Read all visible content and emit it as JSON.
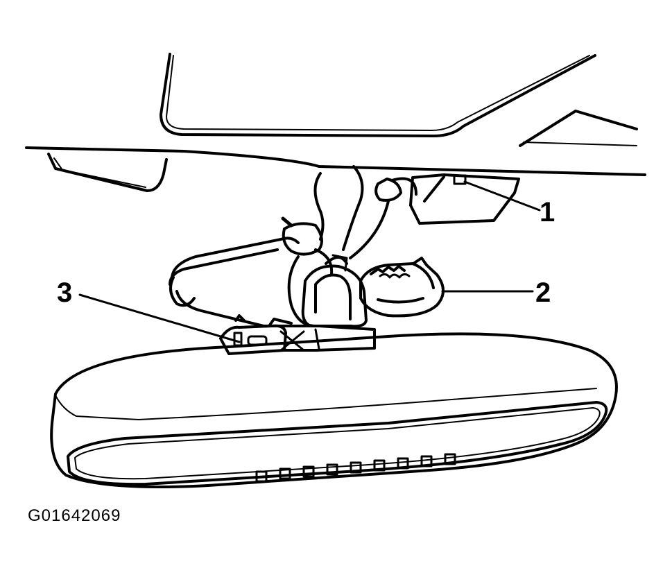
{
  "figure": {
    "id_label": "G01642069",
    "callouts": [
      {
        "number": "1",
        "target": "mounting-bracket"
      },
      {
        "number": "2",
        "target": "electrical-connector"
      },
      {
        "number": "3",
        "target": "harness-clip"
      }
    ]
  },
  "colors": {
    "ink": "#000000",
    "paper": "#ffffff"
  }
}
